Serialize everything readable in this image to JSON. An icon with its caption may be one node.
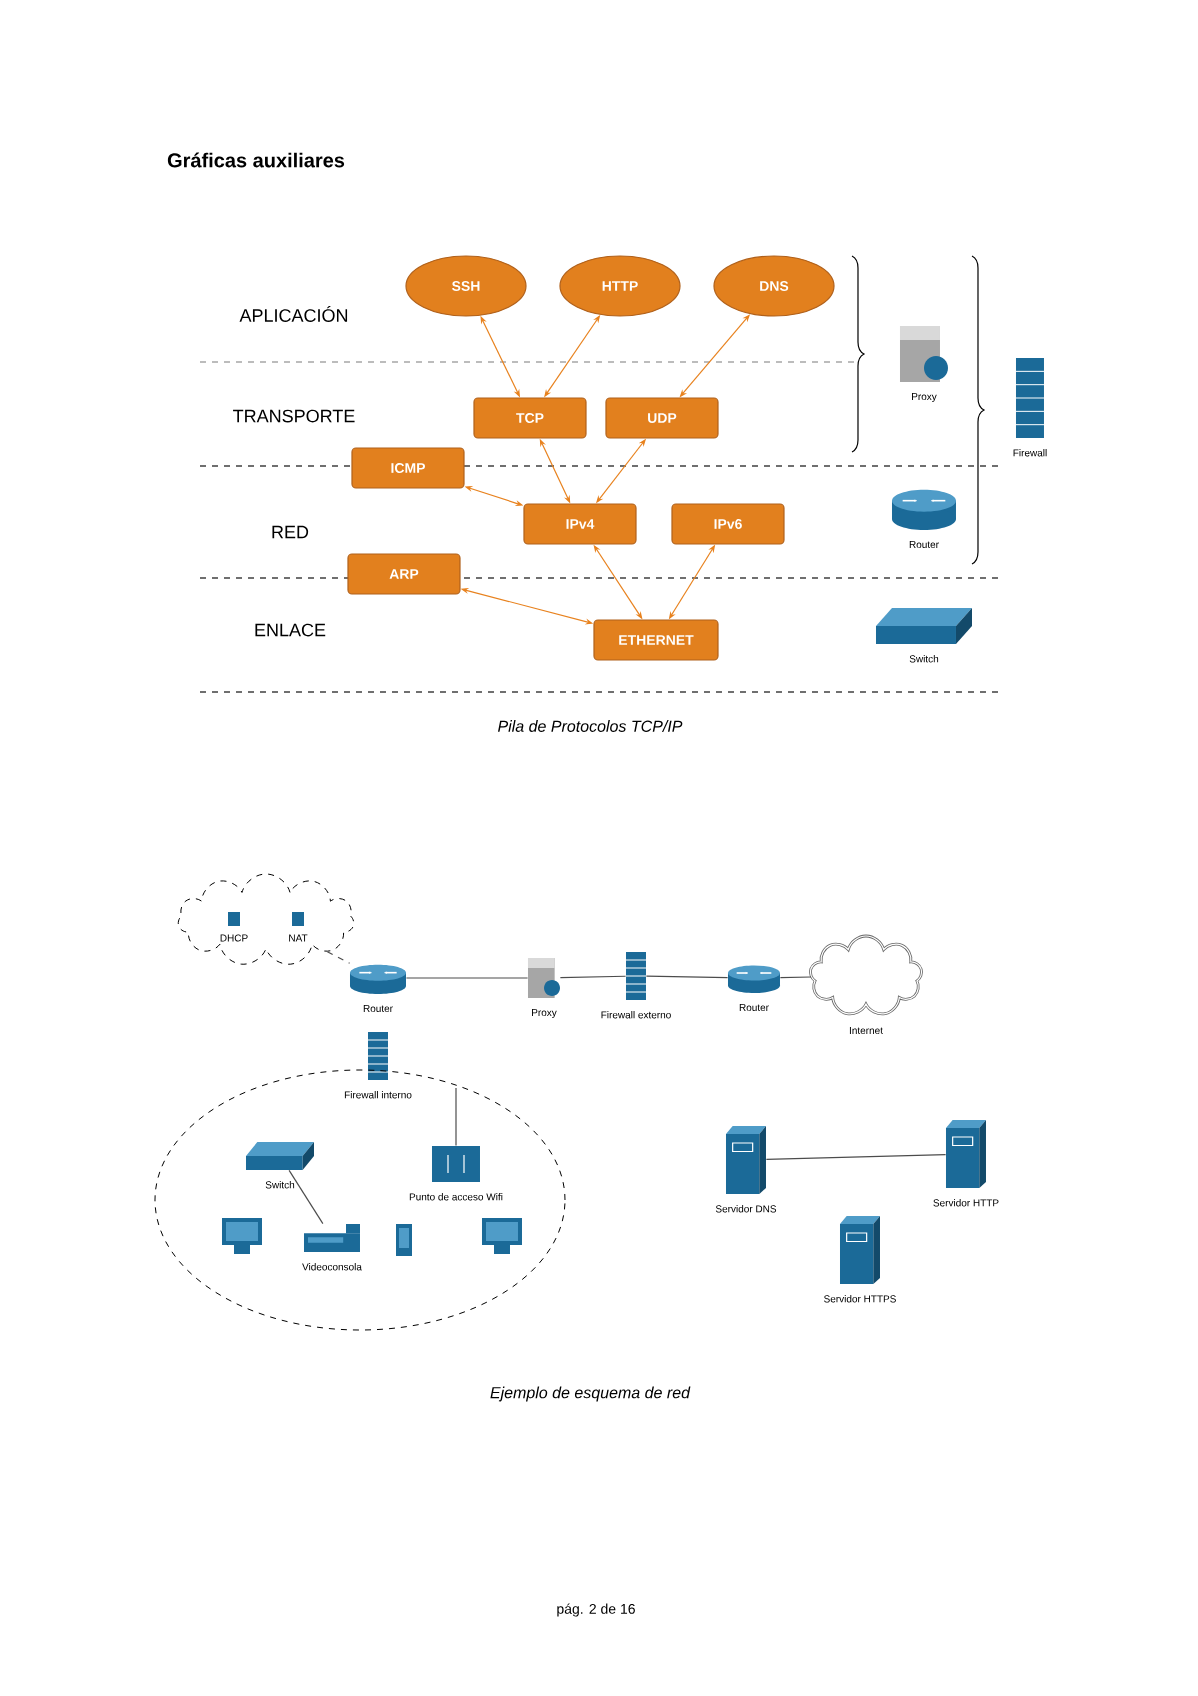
{
  "diagram": {
    "title": "Gráficas auxiliares",
    "nodes": [
      {
        "text": [
          "SSH"
        ]
      },
      {
        "text": [
          "HTTP"
        ]
      },
      {
        "text": [
          "DNS"
        ]
      },
      {
        "text": [
          "TCP"
        ]
      },
      {
        "text": [
          "UDP"
        ]
      },
      {
        "text": [
          "ICMP"
        ]
      },
      {
        "text": [
          "IPv4"
        ]
      },
      {
        "text": [
          "IPv6"
        ]
      },
      {
        "text": [
          "ARP"
        ]
      },
      {
        "text": [
          "ETHERNET"
        ]
      },
      {
        "text": [],
        "shape": "picture",
        "beside": [
          "Proxy"
        ]
      },
      {
        "text": [],
        "shape": "cylinder",
        "beside": [
          "Router"
        ]
      },
      {
        "text": [],
        "shape": "picture",
        "beside": [
          "Switch"
        ]
      },
      {
        "text": [],
        "shape": "picture",
        "beside": [
          "Firewall"
        ]
      },
      {
        "text": [
          "DHCP",
          "NAT"
        ]
      },
      {
        "text": [],
        "shape": "cylinder",
        "beside": [
          "Router"
        ]
      },
      {
        "text": [],
        "shape": "picture",
        "beside": [
          "Proxy"
        ]
      },
      {
        "text": [],
        "shape": "picture",
        "beside": [
          "Firewall externo"
        ]
      },
      {
        "text": [],
        "shape": "cylinder",
        "beside": [
          "Router"
        ]
      },
      {
        "text": [],
        "shape": "cloud",
        "beside": [
          "Internet"
        ]
      },
      {
        "text": [],
        "shape": "picture",
        "beside": [
          "Firewall interno"
        ]
      },
      {
        "text": [],
        "shape": "ellipse"
      },
      {
        "text": [],
        "shape": "picture",
        "in": 21,
        "beside": [
          "Switch"
        ]
      },
      {
        "text": [],
        "shape": "picture",
        "in": 21,
        "beside": [
          "Punto de acceso Wifi"
        ]
      },
      {
        "text": [],
        "shape": "picture",
        "in": 21
      },
      {
        "text": [],
        "shape": "picture",
        "in": 21,
        "beside": [
          "Videoconsola"
        ]
      },
      {
        "text": [],
        "shape": "picture",
        "in": 21
      },
      {
        "text": [],
        "shape": "picture",
        "in": 21
      },
      {
        "text": [],
        "shape": "picture",
        "beside": [
          "Servidor DNS"
        ]
      },
      {
        "text": [],
        "shape": "picture",
        "beside": [
          "Servidor HTTP"
        ]
      },
      {
        "text": [],
        "shape": "picture",
        "beside": [
          "Servidor HTTPS"
        ]
      }
    ],
    "edges": [
      {
        "from": 0,
        "to": 3,
        "arrow": "both",
        "color": "#e8821e"
      },
      {
        "from": 1,
        "to": 3,
        "arrow": "both",
        "color": "#e8821e"
      },
      {
        "from": 2,
        "to": 4,
        "arrow": "both",
        "color": "#e8821e"
      },
      {
        "from": 3,
        "to": 6,
        "arrow": "both",
        "color": "#e8821e"
      },
      {
        "from": 4,
        "to": 6,
        "arrow": "both",
        "color": "#e8821e"
      },
      {
        "from": 5,
        "to": 6,
        "arrow": "both",
        "color": "#e8821e"
      },
      {
        "from": 6,
        "to": 9,
        "arrow": "both",
        "color": "#e8821e"
      },
      {
        "from": 7,
        "to": 9,
        "arrow": "both",
        "color": "#e8821e"
      },
      {
        "from": 8,
        "to": 9,
        "arrow": "both",
        "color": "#e8821e"
      },
      {
        "from": 14,
        "to": 15,
        "arrow": "none",
        "style": "dashed",
        "color": "#4c4c4c"
      },
      {
        "from": 15,
        "to": 16,
        "arrow": "none",
        "color": "#4c4c4c"
      },
      {
        "from": 16,
        "to": 17,
        "arrow": "none",
        "color": "#4c4c4c"
      },
      {
        "from": 17,
        "to": 18,
        "arrow": "none",
        "color": "#4c4c4c"
      },
      {
        "from": 18,
        "to": 19,
        "arrow": "none",
        "color": "#4c4c4c"
      },
      {
        "from": 23,
        "to": null,
        "arrow": "none",
        "color": "#4c4c4c"
      },
      {
        "from": 22,
        "to": 25,
        "arrow": "none",
        "color": "#4c4c4c"
      },
      {
        "from": 28,
        "to": 29,
        "arrow": "none",
        "color": "#4c4c4c"
      }
    ],
    "labels": [
      "APLICACIÓN",
      "TRANSPORTE",
      "RED",
      "ENLACE",
      "Pila de Protocolos TCP/IP",
      "Ejemplo de esquema de red",
      "pág. 2 de 16"
    ]
  }
}
